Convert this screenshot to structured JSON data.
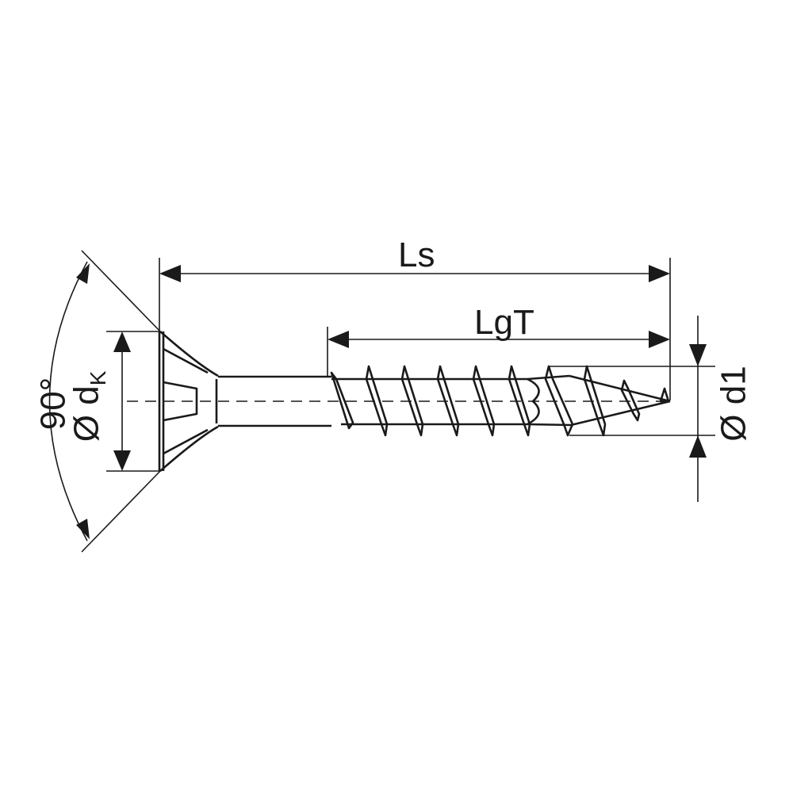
{
  "drawing": {
    "subject": "countersunk wood screw dimension drawing",
    "colors": {
      "line": "#1a1a1a",
      "background": "#ffffff"
    },
    "labels": {
      "overall_length": "Ls",
      "thread_length": "LgT",
      "thread_diameter": "Ø d1",
      "head_diameter_symbol": "Ø d",
      "head_diameter_subscript": "K",
      "head_angle": "90°"
    }
  }
}
